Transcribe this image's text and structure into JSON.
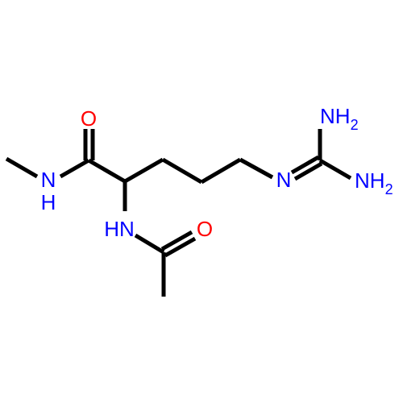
{
  "colors": {
    "carbon_bond": "#000000",
    "nitrogen": "#0000ff",
    "oxygen": "#ff0000"
  },
  "atoms": {
    "amide_oxygen": {
      "text": "O"
    },
    "amide_nitrogen": {
      "text": "N",
      "h": "H"
    },
    "alpha_nitrogen": {
      "text": "HN"
    },
    "acetyl_oxygen": {
      "text": "O"
    },
    "imine_nitrogen": {
      "text": "N"
    },
    "amino_top": {
      "text": "NH",
      "sub": "2"
    },
    "amino_bottom": {
      "text": "NH",
      "sub": "2"
    }
  }
}
